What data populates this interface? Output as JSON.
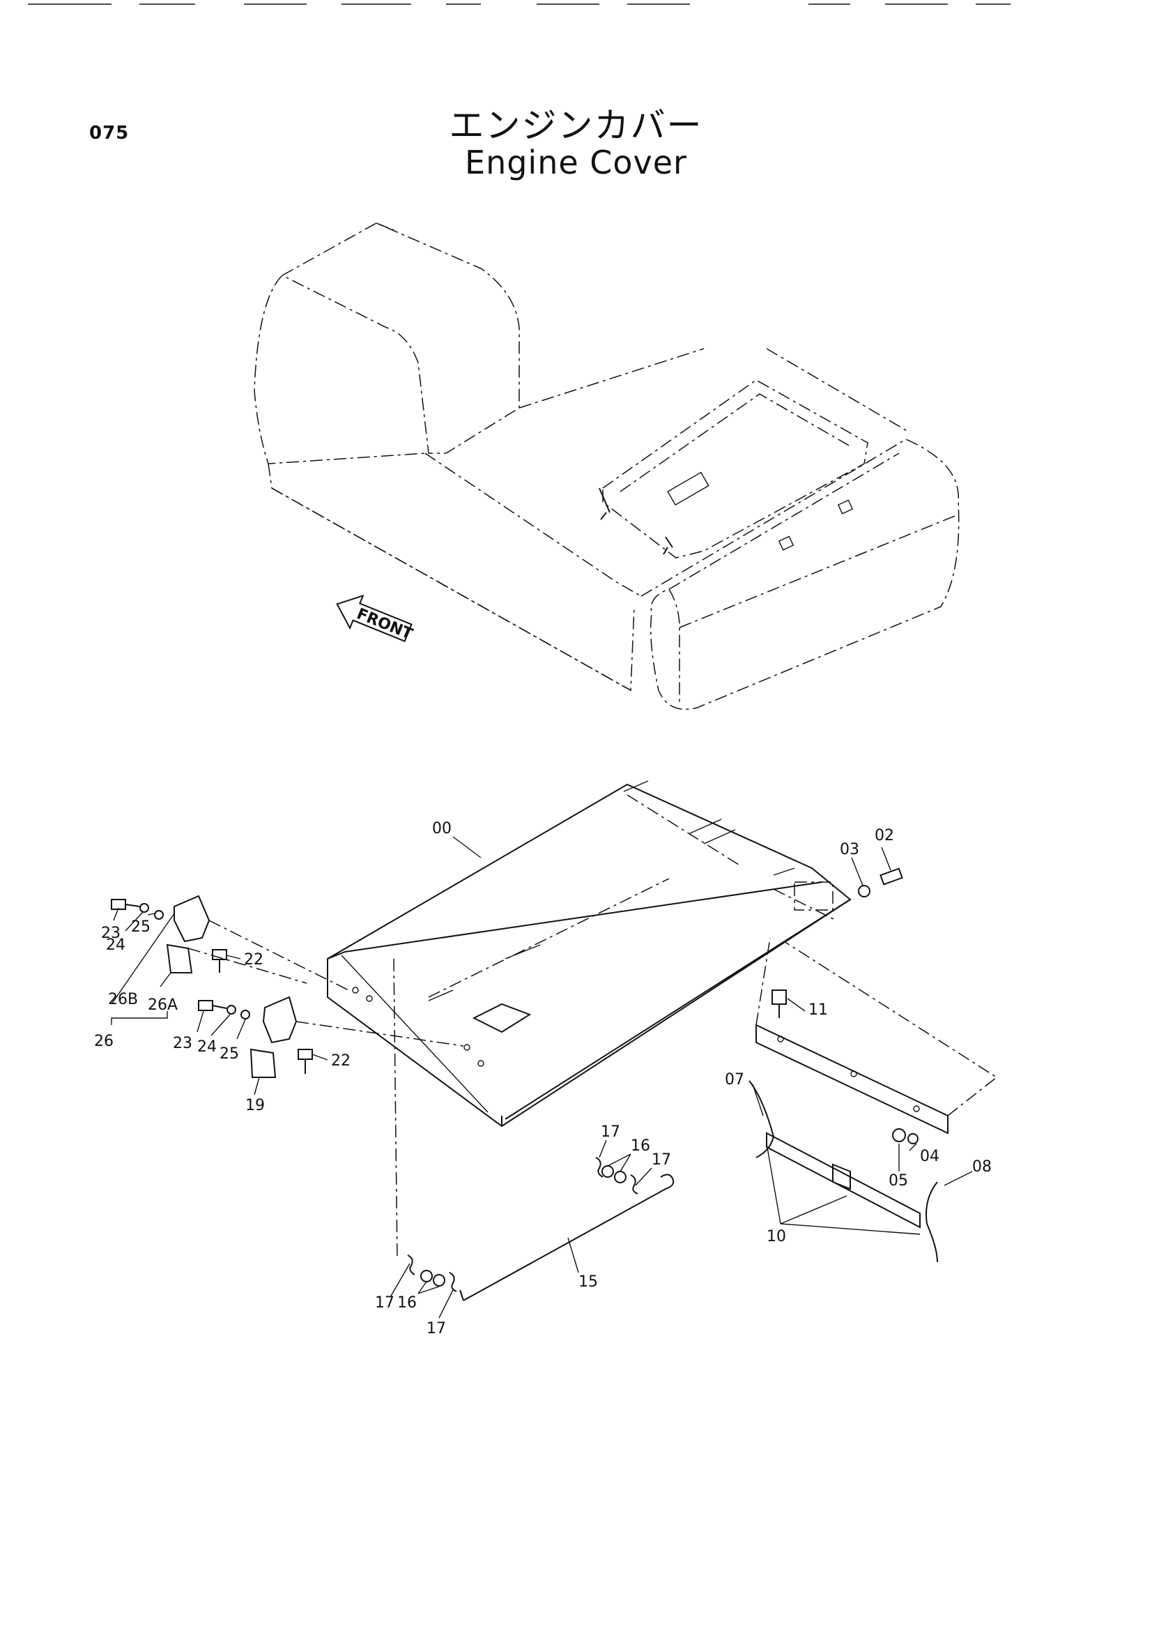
{
  "page": {
    "number": "075",
    "title_jp": "エンジンカバー",
    "title_en": "Engine Cover"
  },
  "overview": {
    "direction_label": "FRONT"
  },
  "callouts": {
    "c00": "00",
    "c02": "02",
    "c03": "03",
    "c04": "04",
    "c05": "05",
    "c07": "07",
    "c08": "08",
    "c10": "10",
    "c11": "11",
    "c15": "15",
    "c16a": "16",
    "c16b": "16",
    "c17a": "17",
    "c17b": "17",
    "c17c": "17",
    "c17d": "17",
    "c19": "19",
    "c22a": "22",
    "c22b": "22",
    "c23a": "23",
    "c23b": "23",
    "c24a": "24",
    "c24b": "24",
    "c25a": "25",
    "c25b": "25",
    "c26": "26",
    "c26a": "26A",
    "c26b": "26B"
  }
}
